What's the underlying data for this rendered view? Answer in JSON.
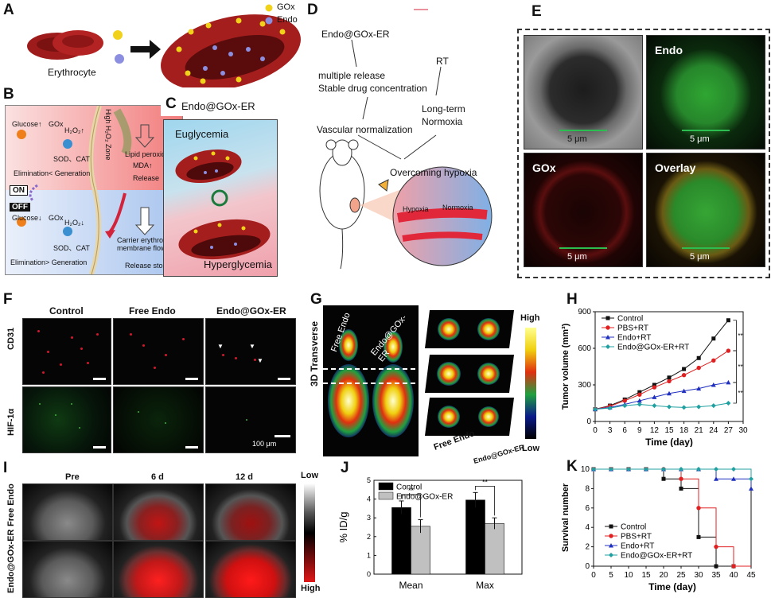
{
  "panelA": {
    "label": "A",
    "erythrocyte": "Erythrocyte",
    "legend": [
      "GOx",
      "Endo"
    ],
    "product": "Endo@GOx-ER"
  },
  "panelB": {
    "label": "B",
    "on": "ON",
    "off": "OFF",
    "glucose_up": "Glucose↑",
    "glucose_down": "Glucose↓",
    "gox": "GOx",
    "h2o2_up": "H₂O₂↑",
    "h2o2_down": "H₂O₂↓",
    "sod_cat": "SOD、CAT",
    "elim_lt": "Elimination< Generation",
    "elim_gt": "Elimination> Generation",
    "high_h2o2": "High H₂O₂ Zone",
    "lipid": "Lipid peroxidation",
    "mda": "MDA↑",
    "release": "Release",
    "carrier": "Carrier erythrocyte membrane flow↑",
    "stopped": "Release stopped"
  },
  "panelC": {
    "label": "C",
    "eugly": "Euglycemia",
    "hyper": "Hyperglycemia"
  },
  "panelD": {
    "label": "D",
    "title": "Endo@GOx-ER",
    "multiple": "multiple  release",
    "stable": "Stable drug concentration",
    "rt": "RT",
    "longterm": "Long-term",
    "normoxia": "Normoxia",
    "vascular": "Vascular normalization",
    "overcoming": "Overcoming hypoxia",
    "hypoxia": "Hypoxia",
    "normoxia2": "Normoxia"
  },
  "panelE": {
    "label": "E",
    "endo": "Endo",
    "gox": "GOx",
    "overlay": "Overlay",
    "scale": "5 μm"
  },
  "panelF": {
    "label": "F",
    "cols": [
      "Control",
      "Free Endo",
      "Endo@GOx-ER"
    ],
    "rows": [
      "CD31",
      "HIF-1α"
    ],
    "scale": "100 μm"
  },
  "panelG": {
    "label": "G",
    "side": "3D Transverse",
    "free": "Free Endo",
    "endo": "Endo@GOx-ER",
    "high": "High",
    "low": "Low",
    "free2": "Free Endo",
    "endo2": "Endo@GOx-ER"
  },
  "panelI": {
    "label": "I",
    "cols": [
      "Pre",
      "6 d",
      "12 d"
    ],
    "rows": [
      "Free Endo",
      "Endo@GOx-ER"
    ],
    "low": "Low",
    "high": "High"
  },
  "chart_data": [
    {
      "id": "H",
      "type": "line",
      "label": "H",
      "xlabel": "Time (day)",
      "ylabel": "Tumor volume (mm³)",
      "xlim": [
        0,
        30
      ],
      "ylim": [
        0,
        900
      ],
      "xticks": [
        0,
        3,
        6,
        9,
        12,
        15,
        18,
        21,
        24,
        27,
        30
      ],
      "yticks": [
        0,
        300,
        600,
        900
      ],
      "x": [
        0,
        3,
        6,
        9,
        12,
        15,
        18,
        21,
        24,
        27
      ],
      "series": [
        {
          "name": "Control",
          "color": "#111111",
          "marker": "square",
          "values": [
            100,
            130,
            180,
            240,
            300,
            360,
            430,
            520,
            680,
            830
          ]
        },
        {
          "name": "PBS+RT",
          "color": "#e02020",
          "marker": "circle",
          "values": [
            100,
            125,
            170,
            220,
            280,
            330,
            380,
            440,
            500,
            580
          ]
        },
        {
          "name": "Endo+RT",
          "color": "#2030c0",
          "marker": "triangle",
          "values": [
            100,
            115,
            140,
            170,
            200,
            230,
            250,
            270,
            300,
            320
          ]
        },
        {
          "name": "Endo@GOx-ER+RT",
          "color": "#20a0a0",
          "marker": "diamond",
          "values": [
            100,
            110,
            130,
            140,
            130,
            120,
            115,
            120,
            130,
            150
          ]
        }
      ],
      "sig": [
        "**",
        "**",
        "**"
      ]
    },
    {
      "id": "J",
      "type": "bar",
      "label": "J",
      "ylabel": "% ID/g",
      "categories": [
        "Mean",
        "Max"
      ],
      "ylim": [
        0,
        5
      ],
      "yticks": [
        0,
        1,
        2,
        3,
        4,
        5
      ],
      "series": [
        {
          "name": "Control",
          "color": "#000000",
          "values": [
            3.55,
            3.95
          ],
          "errors": [
            0.35,
            0.4
          ]
        },
        {
          "name": "Endo@GOx-ER",
          "color": "#c0c0c0",
          "values": [
            2.55,
            2.7
          ],
          "errors": [
            0.35,
            0.3
          ]
        }
      ],
      "sig": [
        "**",
        "**"
      ]
    },
    {
      "id": "K",
      "type": "line",
      "label": "K",
      "xlabel": "Time (day)",
      "ylabel": "Survival number",
      "xlim": [
        0,
        45
      ],
      "ylim": [
        0,
        10
      ],
      "xticks": [
        0,
        5,
        10,
        15,
        20,
        25,
        30,
        35,
        40,
        45
      ],
      "yticks": [
        0,
        2,
        4,
        6,
        8,
        10
      ],
      "series": [
        {
          "name": "Control",
          "color": "#111111",
          "marker": "square",
          "x": [
            0,
            20,
            25,
            30,
            35
          ],
          "values": [
            10,
            9,
            8,
            3,
            0
          ]
        },
        {
          "name": "PBS+RT",
          "color": "#e02020",
          "marker": "circle",
          "x": [
            0,
            25,
            30,
            35,
            40
          ],
          "values": [
            10,
            9,
            6,
            2,
            0
          ]
        },
        {
          "name": "Endo+RT",
          "color": "#2030c0",
          "marker": "triangle",
          "x": [
            0,
            35,
            45
          ],
          "values": [
            10,
            9,
            8
          ]
        },
        {
          "name": "Endo@GOx-ER+RT",
          "color": "#20a0a0",
          "marker": "diamond",
          "x": [
            0,
            40,
            45
          ],
          "values": [
            10,
            10,
            9
          ]
        }
      ]
    }
  ]
}
